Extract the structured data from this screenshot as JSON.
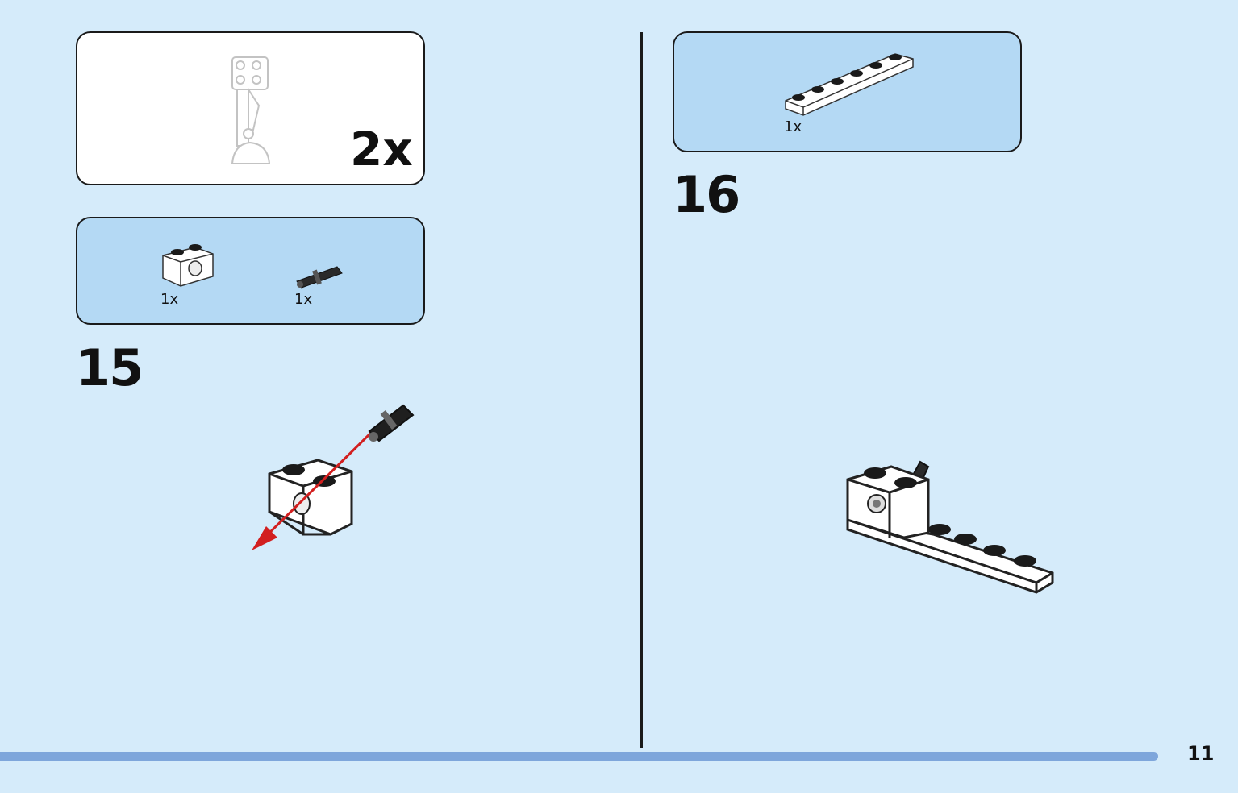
{
  "subassembly": {
    "multiplier": "2x",
    "parts": [
      {
        "qty": "1x",
        "icon": "white-technic-brick-1x2-icon"
      },
      {
        "qty": "1x",
        "icon": "black-technic-pin-icon"
      }
    ]
  },
  "steps": [
    {
      "number": "15"
    },
    {
      "number": "16",
      "parts": [
        {
          "qty": "1x",
          "icon": "white-plate-1x6-icon"
        }
      ]
    }
  ],
  "page_number": "11",
  "colors": {
    "background": "#d5ebfa",
    "parts_box": "#b4d9f4",
    "arrow": "#d21f1f",
    "footer_bar": "#7ea6db"
  }
}
